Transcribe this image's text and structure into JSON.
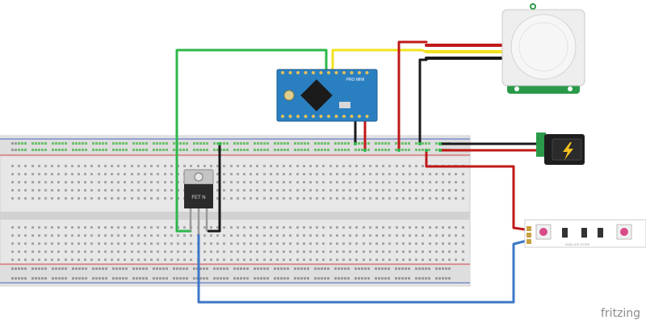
{
  "colors": {
    "wire_green": "#2db84a",
    "wire_yellow": "#f2e21d",
    "wire_red": "#c01919",
    "wire_black": "#1a1a1a",
    "wire_blue": "#3c78c8",
    "breadboard": "#e7e7e7",
    "rail_red": "#d64545",
    "rail_blue": "#4a66c7",
    "arduino": "#2a7fc1",
    "pir_pcb": "#2a9a4a",
    "led_strip": "#ffffff"
  },
  "components": {
    "mosfet": {
      "label": "FET N",
      "icon": "to220-transistor-icon"
    },
    "arduino": {
      "label": "PRO MINI",
      "icon": "arduino-pro-mini-icon"
    },
    "pir": {
      "icon": "pir-sensor-icon"
    },
    "power_jack": {
      "icon": "lightning-bolt-icon"
    },
    "led_strip": {
      "label": "RGB LED STRIP",
      "icon": "rgb-led-strip-icon"
    }
  },
  "footer": {
    "brand": "fritzing"
  }
}
